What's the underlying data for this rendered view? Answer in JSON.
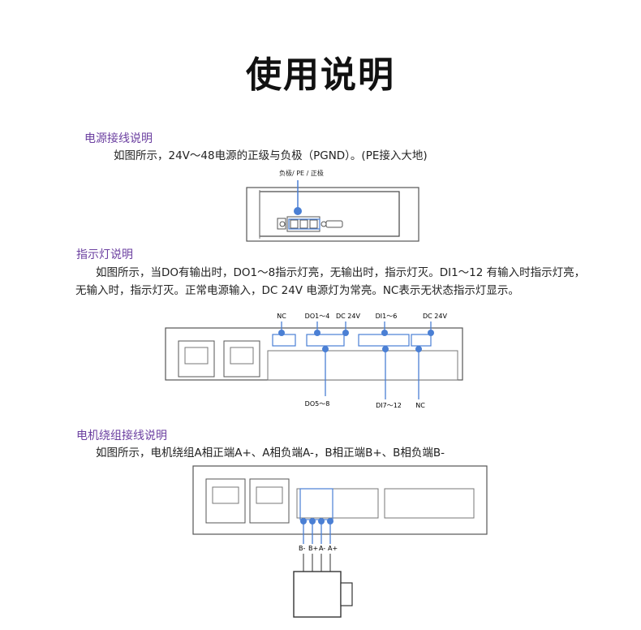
{
  "title": "使用说明",
  "power": {
    "heading": "电源接线说明",
    "text": "如图所示，24V～48电源的正级与负极（PGND）。(PE接入大地)",
    "label": "负极/ PE / 正极"
  },
  "indicator": {
    "heading": "指示灯说明",
    "line1": "如图所示，当DO有输出时，DO1～8指示灯亮，无输出时，指示灯灭。DI1～12 有输入时指示灯亮，",
    "line2": "无输入时，指示灯灭。正常电源输入，DC 24V 电源灯为常亮。NC表示无状态指示灯显示。",
    "labels_top": [
      "NC",
      "DO1～4",
      "DC 24V",
      "DI1～6",
      "DC 24V"
    ],
    "labels_bottom": [
      "DO5～8",
      "DI7～12",
      "NC"
    ]
  },
  "motor": {
    "heading": "电机绕组接线说明",
    "text": "如图所示，电机绕组A相正端A+、A相负端A-，B相正端B+、B相负端B-",
    "pins": [
      "B-",
      "B+",
      "A-",
      "A+"
    ]
  },
  "colors": {
    "accent": "#4a7fd4",
    "heading": "#6b3fa0"
  }
}
